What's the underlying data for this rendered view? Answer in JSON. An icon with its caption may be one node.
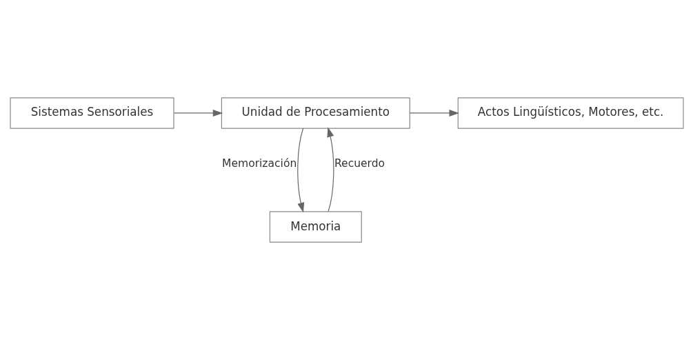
{
  "diagram": {
    "nodes": [
      {
        "text": [
          "Sistemas Sensoriales"
        ]
      },
      {
        "text": [
          "Unidad de Procesamiento"
        ]
      },
      {
        "text": [
          "Actos Lingüísticos, Motores, etc."
        ]
      },
      {
        "text": [
          "Memoria"
        ]
      }
    ],
    "edges": [
      {
        "from": 0,
        "to": 1,
        "arrow": "to"
      },
      {
        "from": 1,
        "to": 2,
        "arrow": "to"
      },
      {
        "from": 3,
        "to": 1,
        "arrow": "to",
        "label": "Recuerdo"
      },
      {
        "from": 1,
        "to": 3,
        "arrow": "to",
        "label": "Memorización"
      }
    ]
  }
}
